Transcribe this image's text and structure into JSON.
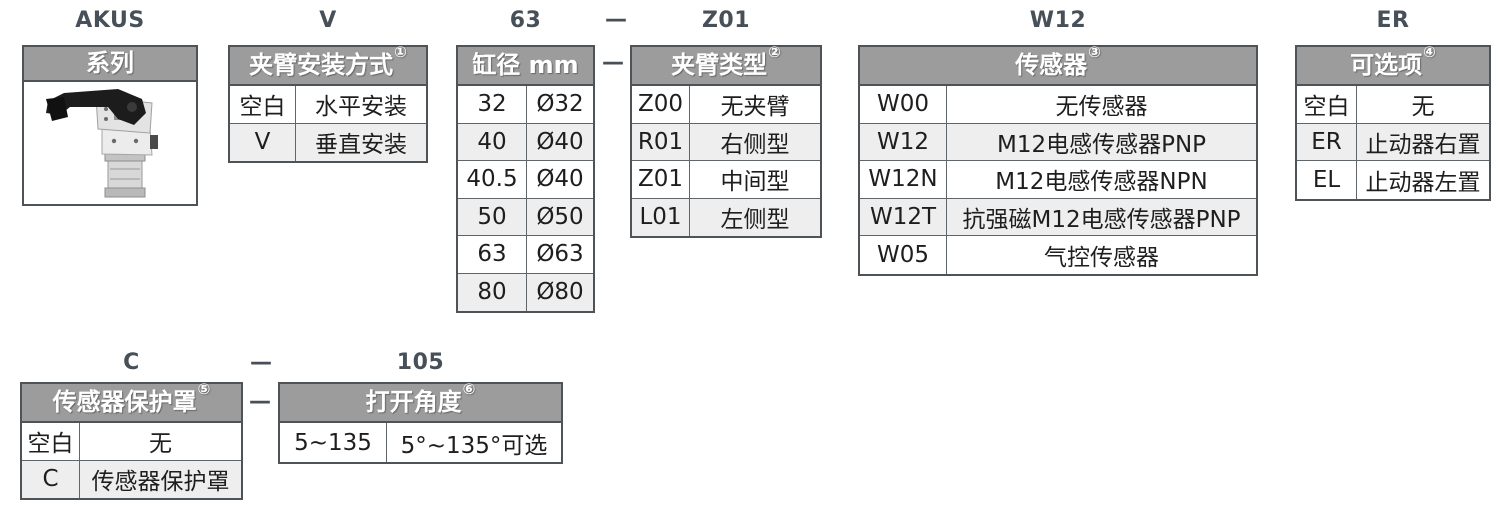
{
  "separator": "—",
  "colors": {
    "header_bg": "#9c9c9c",
    "table_border": "#4d5357",
    "alt_row_bg": "#eeeeee",
    "code_text": "#475059",
    "body_text": "#1e1e1e"
  },
  "icons": {
    "product_image": "power-clamp-cylinder-photo"
  },
  "sections": {
    "series": {
      "code": "AKUS",
      "header": "系列"
    },
    "mounting": {
      "code": "V",
      "header": "夹臂安装方式",
      "sup": "①",
      "rows": [
        [
          "空白",
          "水平安装"
        ],
        [
          "V",
          "垂直安装"
        ]
      ]
    },
    "bore": {
      "code": "63",
      "header": "缸径 mm",
      "rows": [
        [
          "32",
          "Ø32"
        ],
        [
          "40",
          "Ø40"
        ],
        [
          "40.5",
          "Ø40"
        ],
        [
          "50",
          "Ø50"
        ],
        [
          "63",
          "Ø63"
        ],
        [
          "80",
          "Ø80"
        ]
      ]
    },
    "arm_type": {
      "code": "Z01",
      "header": "夹臂类型",
      "sup": "②",
      "rows": [
        [
          "Z00",
          "无夹臂"
        ],
        [
          "R01",
          "右侧型"
        ],
        [
          "Z01",
          "中间型"
        ],
        [
          "L01",
          "左侧型"
        ]
      ]
    },
    "sensor": {
      "code": "W12",
      "header": "传感器",
      "sup": "③",
      "rows": [
        [
          "W00",
          "无传感器"
        ],
        [
          "W12",
          "M12电感传感器PNP"
        ],
        [
          "W12N",
          "M12电感传感器NPN"
        ],
        [
          "W12T",
          "抗强磁M12电感传感器PNP"
        ],
        [
          "W05",
          "气控传感器"
        ]
      ]
    },
    "options": {
      "code": "ER",
      "header": "可选项",
      "sup": "④",
      "rows": [
        [
          "空白",
          "无"
        ],
        [
          "ER",
          "止动器右置"
        ],
        [
          "EL",
          "止动器左置"
        ]
      ]
    },
    "cover": {
      "code": "C",
      "header": "传感器保护罩",
      "sup": "⑤",
      "rows": [
        [
          "空白",
          "无"
        ],
        [
          "C",
          "传感器保护罩"
        ]
      ]
    },
    "angle": {
      "code": "105",
      "header": "打开角度",
      "sup": "⑥",
      "rows": [
        [
          "5~135",
          "5°~135°可选"
        ]
      ]
    }
  }
}
